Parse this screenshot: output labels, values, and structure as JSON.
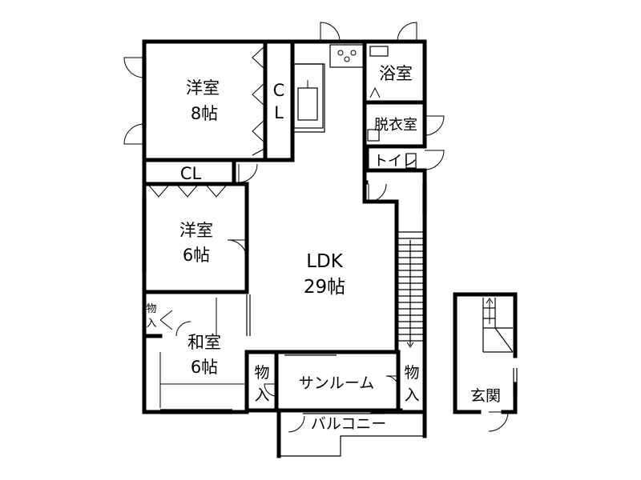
{
  "rooms": {
    "western_8": {
      "name": "洋室",
      "size": "8帖"
    },
    "closet_cl_vertical": {
      "line1": "C",
      "line2": "L"
    },
    "closet_cl": "CL",
    "western_6": {
      "name": "洋室",
      "size": "6帖"
    },
    "storage_small": {
      "line1": "物",
      "line2": "入"
    },
    "japanese_6": {
      "name": "和室",
      "size": "6帖"
    },
    "ldk": {
      "name": "LDK",
      "size": "29帖"
    },
    "bathroom": "浴室",
    "dressing_room": "脱衣室",
    "toilet": "トイレ",
    "storage_left": {
      "line1": "物",
      "line2": "入"
    },
    "sunroom": "サンルーム",
    "storage_right": {
      "line1": "物",
      "line2": "入"
    },
    "balcony": "バルコニー",
    "entrance": "玄関"
  }
}
